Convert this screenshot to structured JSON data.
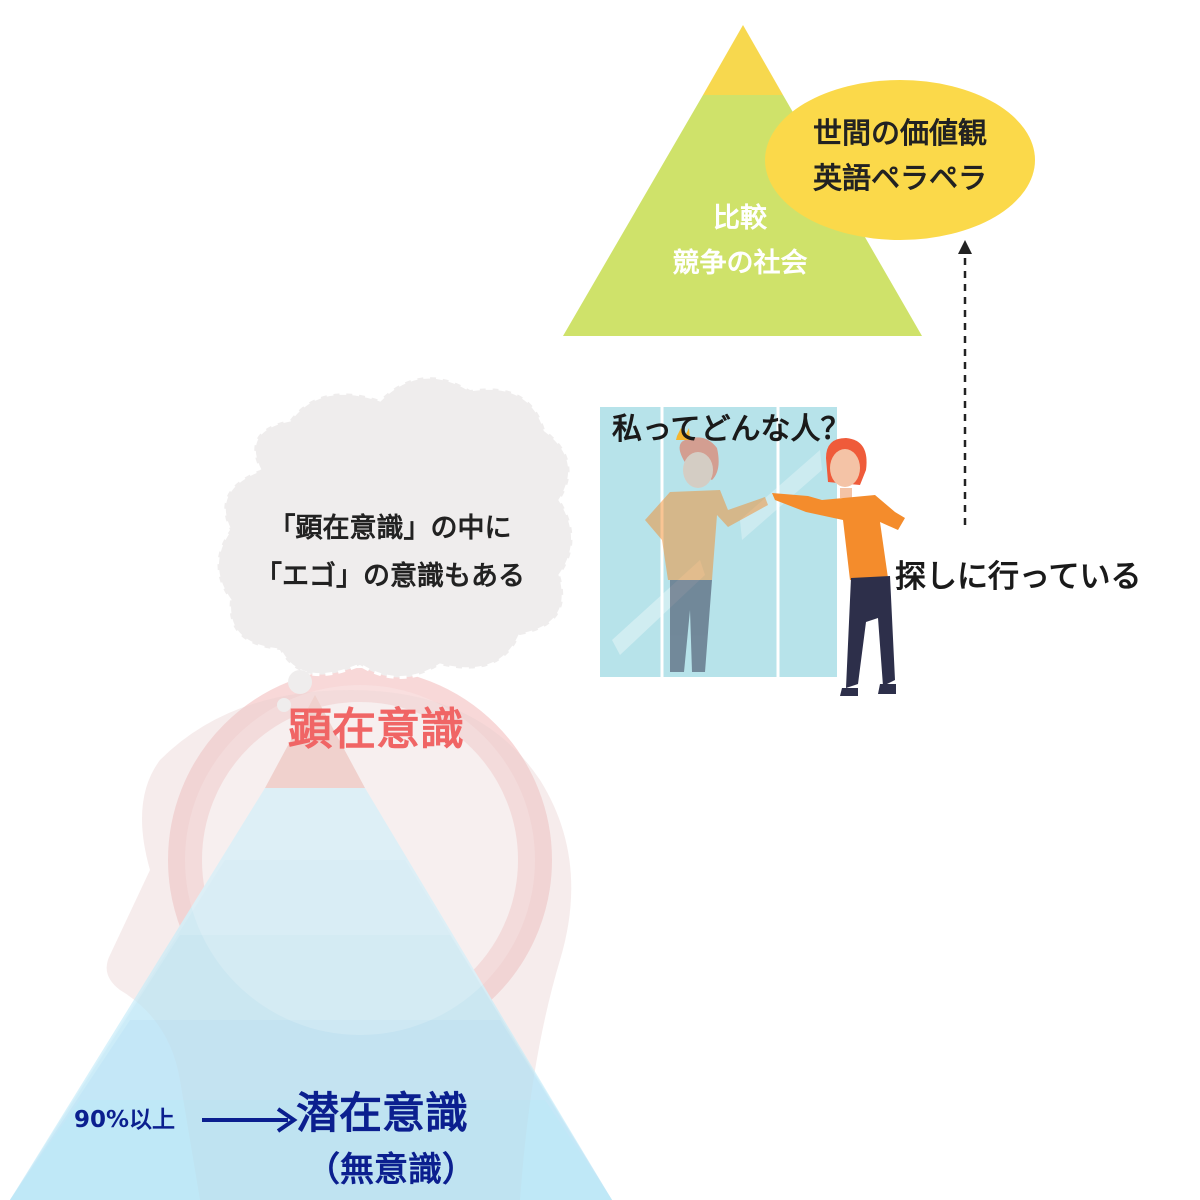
{
  "society_pyramid": {
    "line1": "比較",
    "line2": "競争の社会"
  },
  "values_bubble": {
    "line1": "世間の価値観",
    "line2": "英語ペラペラ"
  },
  "mirror_scene": {
    "question": "私ってどんな人？"
  },
  "searching_label": "探しに行っている",
  "thought_cloud": {
    "line1": "「顕在意識」の中に",
    "line2": "「エゴ」の意識もある"
  },
  "conscious_label": "顕在意識",
  "subconscious": {
    "percent_label": "90%以上",
    "title": "潜在意識",
    "subtitle": "（無意識）"
  },
  "colors": {
    "pyramid_top": "#f7d84e",
    "pyramid_body": "#cfe26a",
    "bubble": "#fbd94a",
    "conscious_red": "#f06565",
    "subconscious_navy": "#0b1f8f",
    "iceberg_top": "#f3c8c2",
    "iceberg_water": "#bfe8f6",
    "head_outline": "#f7d4d4",
    "mirror": "#b7e3ea",
    "woman_shirt": "#f48c2c",
    "woman_hair": "#ef5b3a",
    "cloud": "#efeded"
  }
}
